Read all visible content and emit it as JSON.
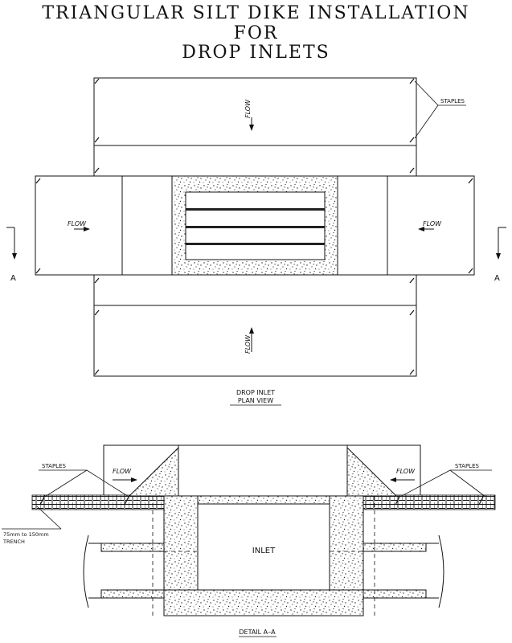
{
  "title": {
    "line1": "TRIANGULAR SILT DIKE INSTALLATION",
    "line2": "FOR",
    "line3": "DROP INLETS"
  },
  "plan": {
    "flow_label": "FLOW",
    "staples_label": "STAPLES",
    "section_mark": "A",
    "caption_line1": "DROP INLET",
    "caption_line2": "PLAN VIEW"
  },
  "detail": {
    "staples_label": "STAPLES",
    "flow_label": "FLOW",
    "inlet_label": "INLET",
    "trench_line1": "75mm  to  150mm",
    "trench_line2": "TRENCH",
    "caption": "DETAIL A–A"
  }
}
